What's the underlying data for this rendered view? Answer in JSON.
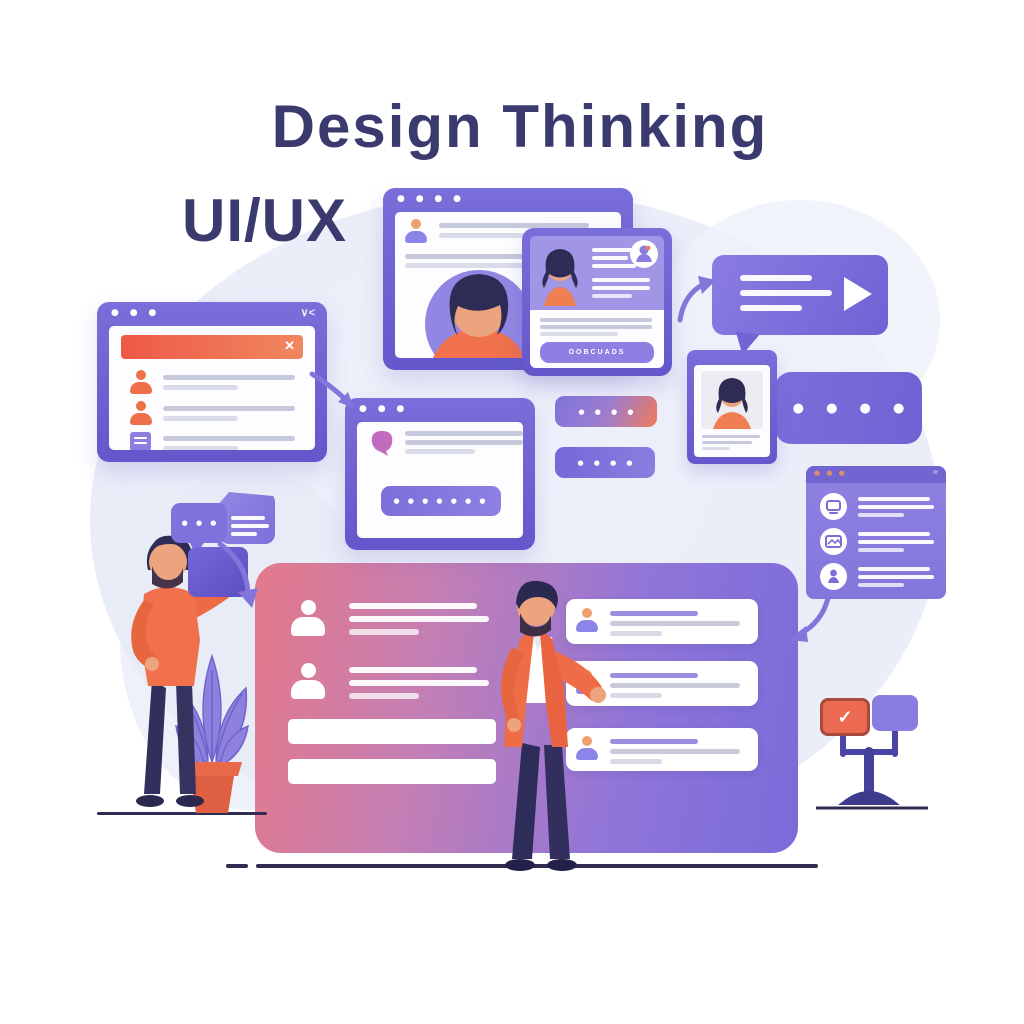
{
  "heading": {
    "main": "Design Thinking",
    "sub": "UI/UX"
  },
  "colors": {
    "title_text": "#3B3A6E",
    "frame_purple": "#6C60D2",
    "panel_purple": "#8B7EE0",
    "accent_orange": "#F0714C",
    "banner_red": "#EE5947",
    "line_gray": "#C6C9DC",
    "main_panel_gradient_start": "#E4798A",
    "main_panel_gradient_end": "#7A6BD9",
    "background_blob": "#E9EDF8",
    "ground_line": "#2F2D52",
    "pink_icon": "#C36CBF"
  },
  "error_window": {
    "bar_dots": "● ● ●",
    "scribble": "∨<",
    "close": "✕"
  },
  "profile_browser": {
    "bar_dots": "● ● ● ●"
  },
  "profile_card": {
    "button_label": "OOBCUADS"
  },
  "password_window": {
    "bar_dots": "● ● ●",
    "field_dots": "● ● ● ● ● ● ●"
  },
  "otp_fields": {
    "field1_dots": "● ● ● ●",
    "field2_dots": "● ● ● ●"
  },
  "typing_bubble": {
    "dots": "● ● ● ●"
  },
  "chat": {
    "dots_bubble": "● ● ●"
  },
  "menu_panel": {
    "bar_dots": "● ● ●",
    "scribble": "≈"
  },
  "signpost": {
    "check": "✓"
  },
  "icons": {
    "close_icon": "✕",
    "check_icon": "✓",
    "play_icon": "white triangle",
    "typing_indicator": "four dots",
    "person_icon": "head + shoulders shape"
  }
}
